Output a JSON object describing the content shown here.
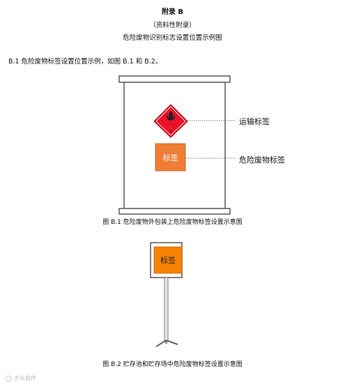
{
  "header": {
    "appendix_title": "附录 B",
    "appendix_subtitle": "（资料性附录）",
    "doc_title": "危险废物识别标志设置位置示例图"
  },
  "intro": "B.1 危险废物标签设置位置示例，如图 B.1 和 B.2。",
  "figure1": {
    "transport_label": "运输标签",
    "hazard_label": "危险废物标签",
    "tag_text": "标签",
    "diamond_class_number": "3",
    "caption": "图 B.1 危险废物外包装上危险废物标签设置示意图"
  },
  "figure2": {
    "tag_text": "标签",
    "caption": "图 B.2 贮存池和贮存场中危险废物标签设置示意图"
  },
  "watermark": "大众软件",
  "colors": {
    "diamond_red": "#e8132a",
    "tag_orange": "#ef7d35",
    "stand_orange": "#f58200"
  }
}
